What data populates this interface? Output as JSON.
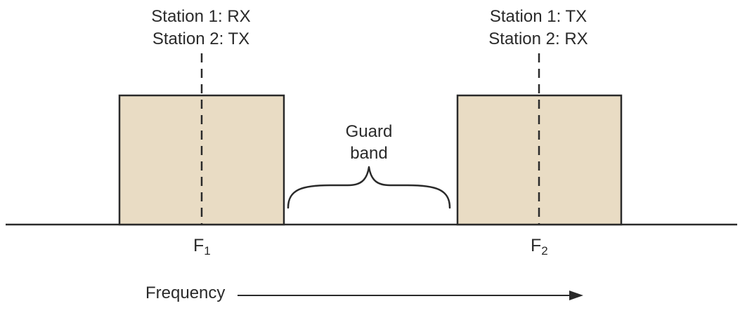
{
  "colors": {
    "band_fill": "#e9dcc4",
    "stroke": "#2a2a2a",
    "background": "#ffffff"
  },
  "channels": {
    "left": {
      "line1": "Station 1: RX",
      "line2": "Station 2: TX",
      "frequency_symbol": "F",
      "frequency_subscript": "1"
    },
    "right": {
      "line1": "Station 1: TX",
      "line2": "Station 2: RX",
      "frequency_symbol": "F",
      "frequency_subscript": "2"
    }
  },
  "guard_band": {
    "line1": "Guard",
    "line2": "band"
  },
  "axis": {
    "label": "Frequency"
  }
}
